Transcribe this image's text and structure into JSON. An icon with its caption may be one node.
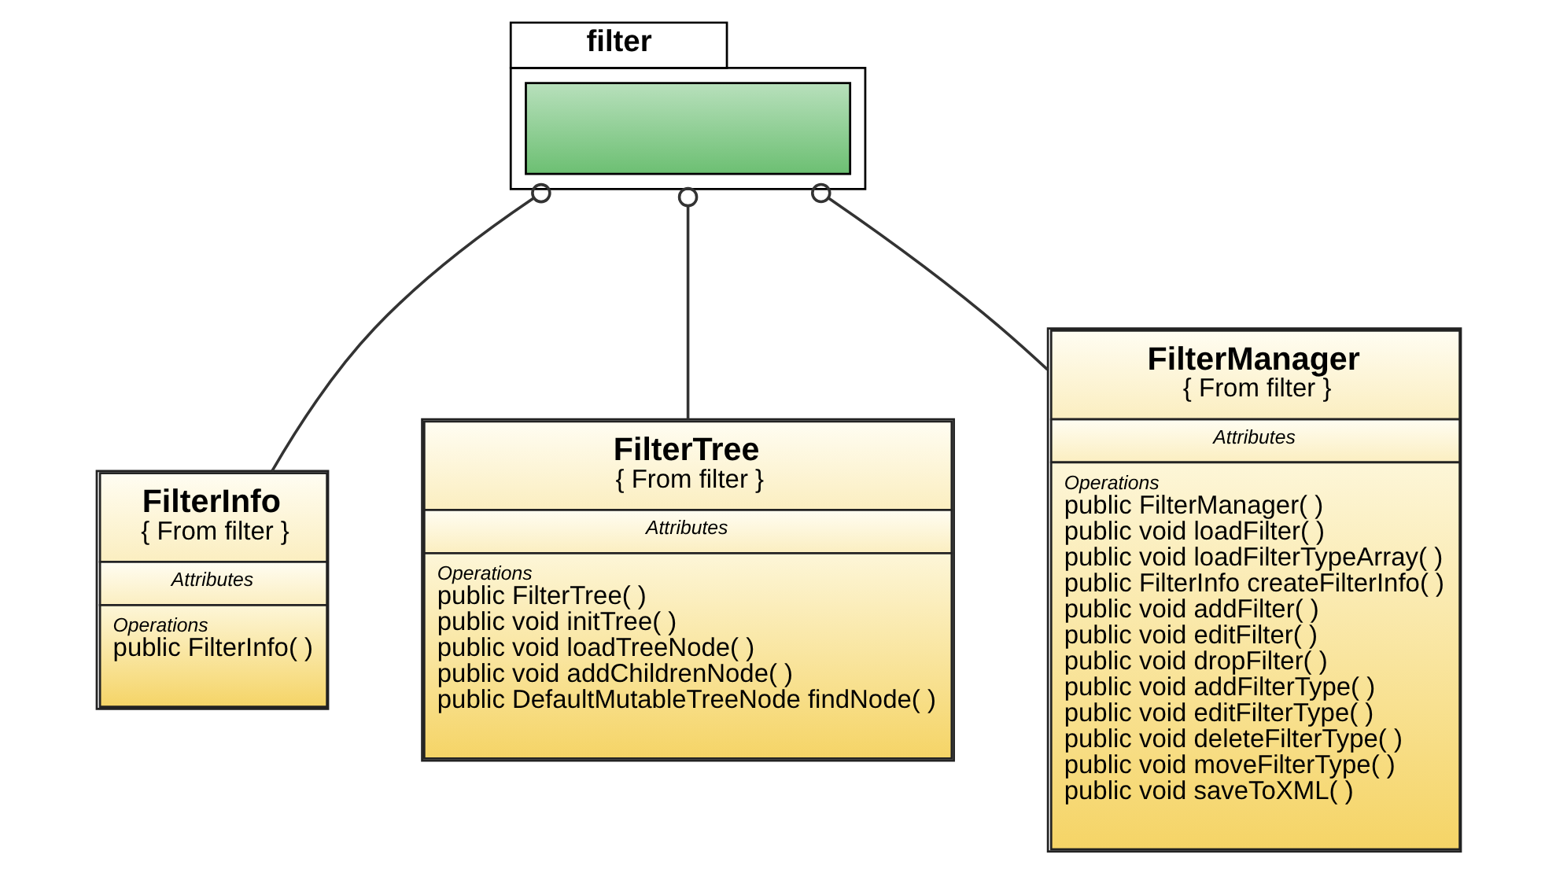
{
  "diagram": {
    "nodes": [
      {
        "text": [
          "filter"
        ]
      },
      {
        "text": [
          "FilterInfo",
          "{ From filter }",
          "Attributes",
          "Operations",
          "public FilterInfo( )"
        ]
      },
      {
        "text": [
          "FilterTree",
          "{ From filter }",
          "Attributes",
          "Operations",
          "public FilterTree( )",
          "public void initTree( )",
          "public void loadTreeNode( )",
          "public void addChildrenNode( )",
          "public DefaultMutableTreeNode findNode( )"
        ]
      },
      {
        "text": [
          "FilterManager",
          "{ From filter }",
          "Attributes",
          "Operations",
          "public FilterManager( )",
          "public void loadFilter( )",
          "public void loadFilterTypeArray( )",
          "public FilterInfo createFilterInfo( )",
          "public void addFilter( )",
          "public void editFilter( )",
          "public void dropFilter( )",
          "public void addFilterType( )",
          "public void editFilterType( )",
          "public void deleteFilterType( )",
          "public void moveFilterType( )",
          "public void saveToXML( )"
        ]
      }
    ],
    "edges": [
      {
        "from": 0,
        "to": 1,
        "arrow": "other"
      },
      {
        "from": 0,
        "to": 2,
        "arrow": "other"
      },
      {
        "from": 0,
        "to": 3,
        "arrow": "other"
      }
    ]
  }
}
